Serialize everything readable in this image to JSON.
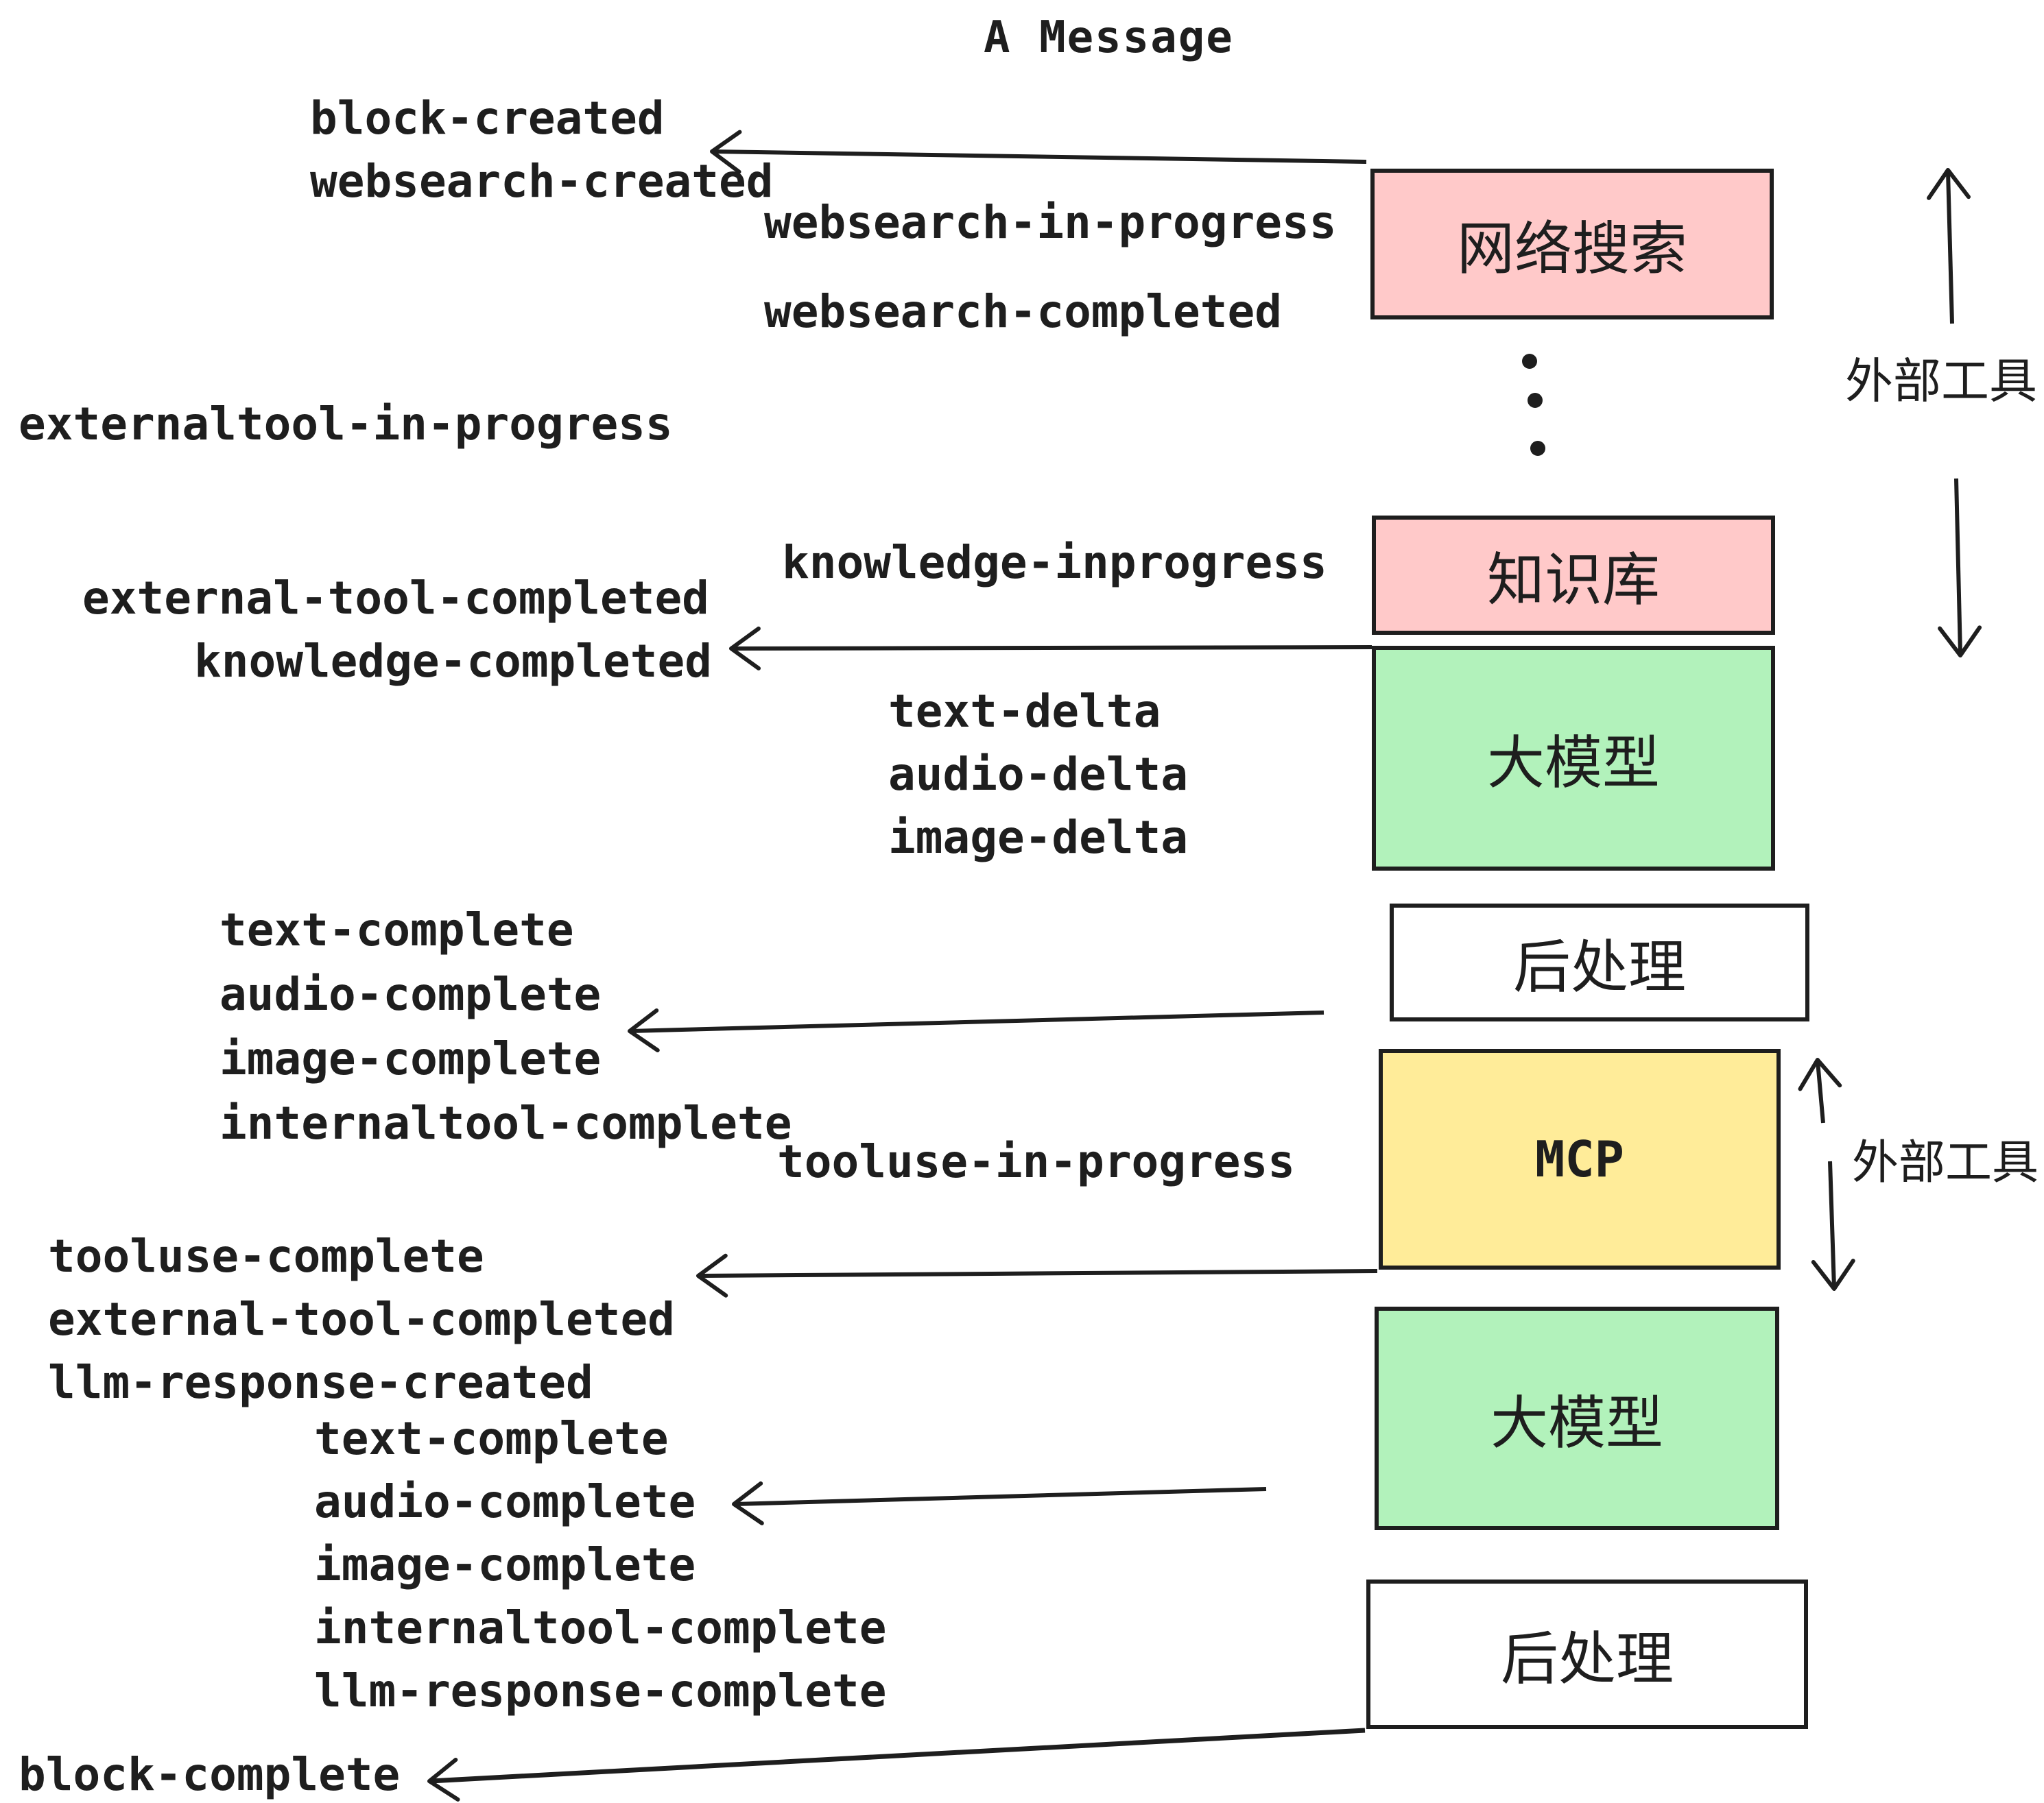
{
  "title": "A Message",
  "colors": {
    "pink": "#ffc9c9",
    "green": "#b2f2bb",
    "yellow": "#ffec99",
    "stroke": "#1e1e1e",
    "background": "#ffffff"
  },
  "boxes": {
    "websearch": {
      "label": "网络搜索"
    },
    "knowledge": {
      "label": "知识库"
    },
    "llm1": {
      "label": "大模型"
    },
    "post1": {
      "label": "后处理"
    },
    "mcp": {
      "label": "MCP"
    },
    "llm2": {
      "label": "大模型"
    },
    "post2": {
      "label": "后处理"
    }
  },
  "side_labels": {
    "external_tools_top": "外部工具",
    "external_tools_bottom": "外部工具"
  },
  "events": {
    "block_created": "block-created",
    "websearch_created": "websearch-created",
    "websearch_in_progress": "websearch-in-progress",
    "websearch_completed": "websearch-completed",
    "externaltool_in_progress": "externaltool-in-progress",
    "knowledge_inprogress": "knowledge-inprogress",
    "external_tool_completed_1": "external-tool-completed",
    "knowledge_completed": "knowledge-completed",
    "text_delta_1": "text-delta",
    "audio_delta_1": "audio-delta",
    "image_delta_1": "image-delta",
    "text_complete_1": "text-complete",
    "audio_complete_1": "audio-complete",
    "image_complete_1": "image-complete",
    "internaltool_complete_1": "internaltool-complete",
    "tooluse_in_progress": "tooluse-in-progress",
    "tooluse_complete": "tooluse-complete",
    "external_tool_completed_2": "external-tool-completed",
    "llm_response_created": "llm-response-created",
    "text_complete_2": "text-complete",
    "audio_complete_2": "audio-complete",
    "image_complete_2": "image-complete",
    "internaltool_complete_2": "internaltool-complete",
    "llm_response_complete": "llm-response-complete",
    "block_complete": "block-complete"
  }
}
